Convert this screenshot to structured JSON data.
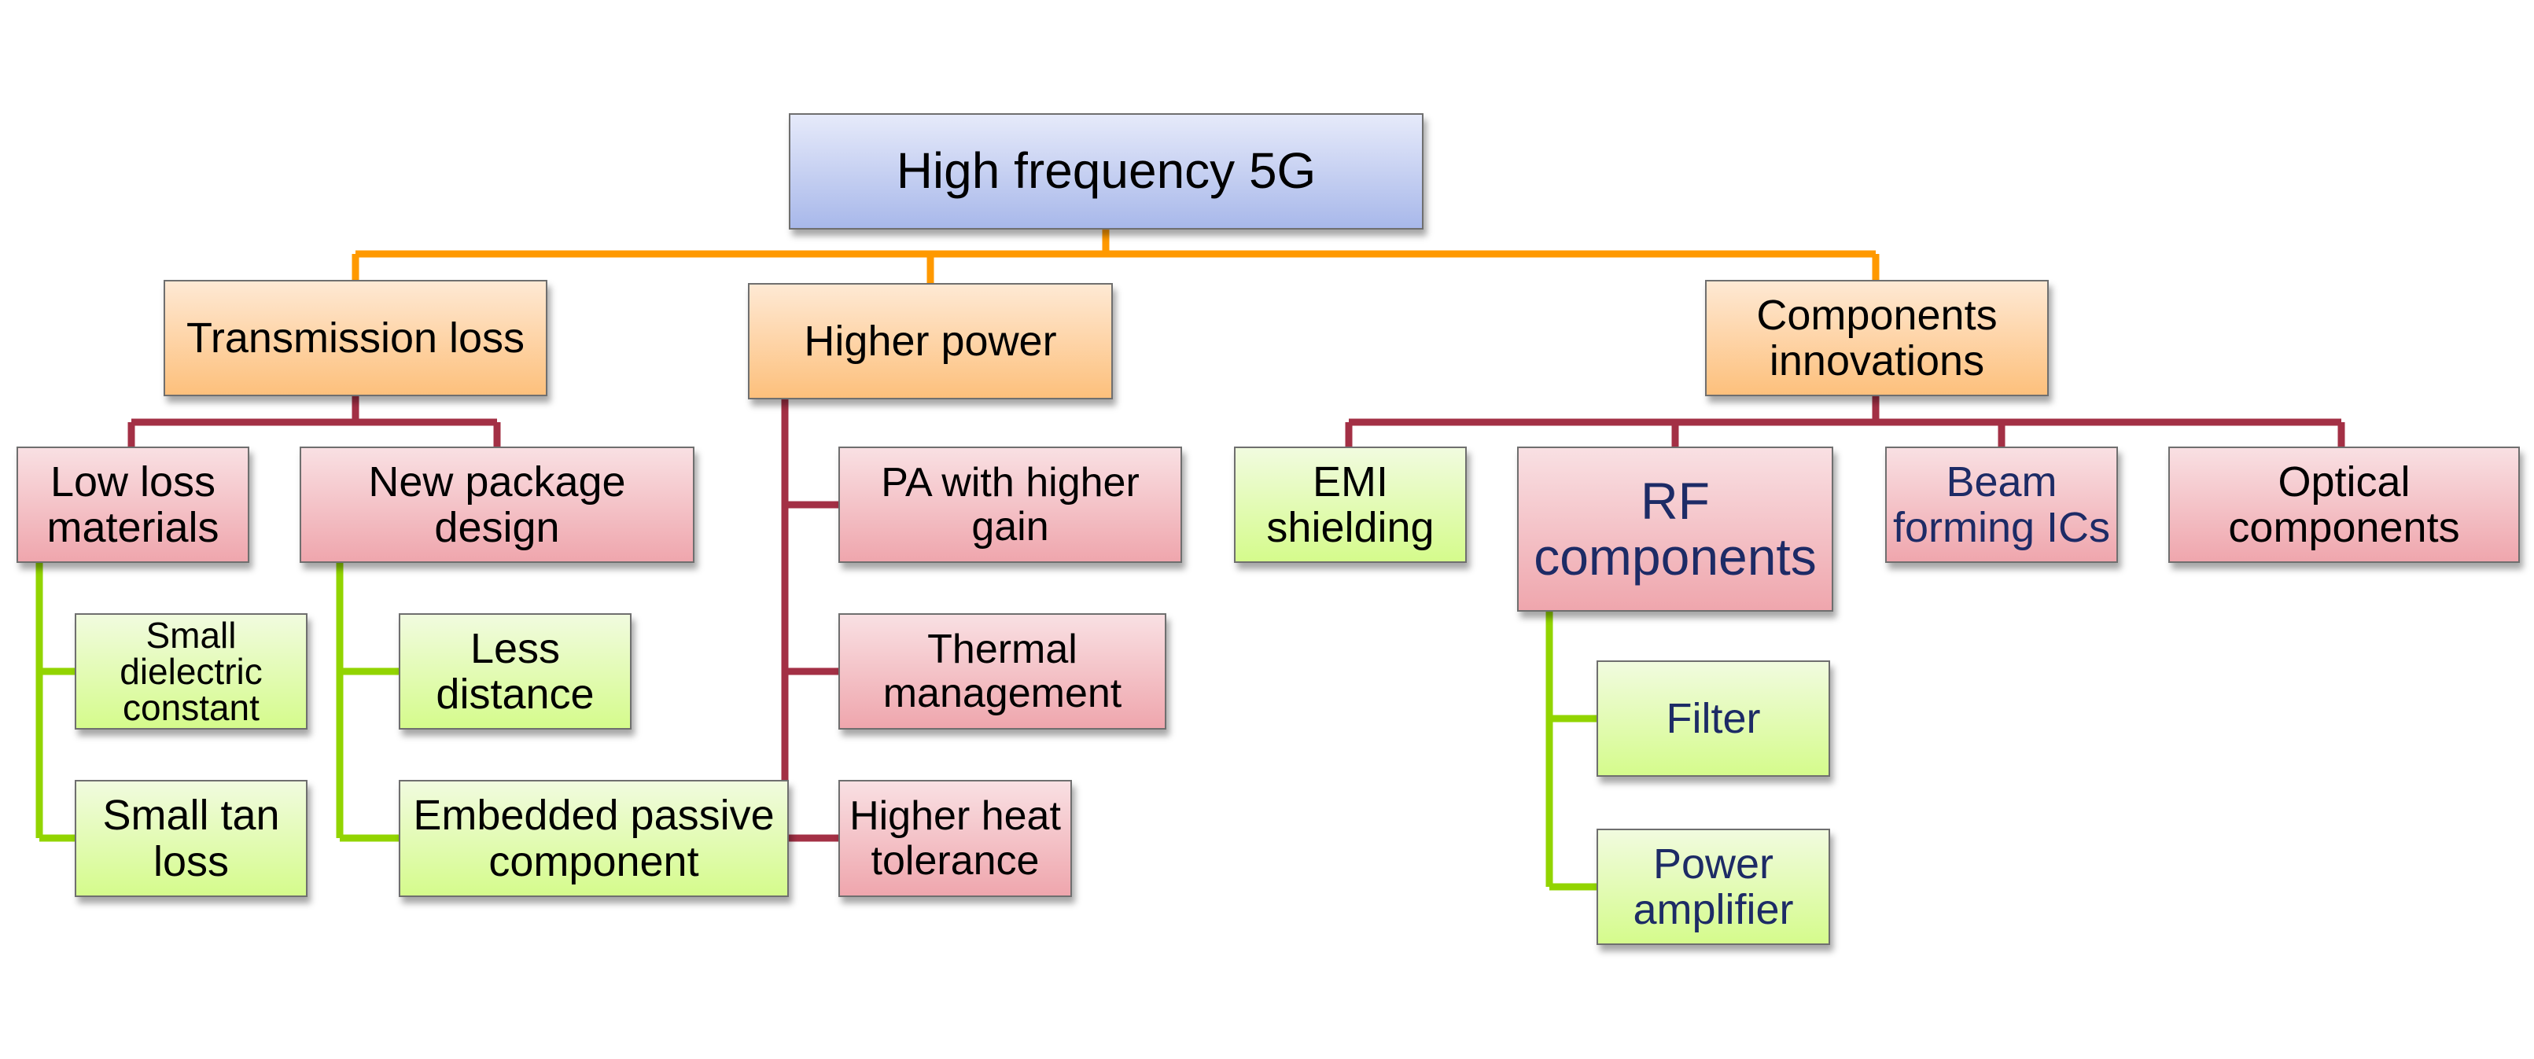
{
  "diagram": {
    "root": {
      "label": "High frequency 5G"
    },
    "level1": [
      {
        "label": "Transmission loss"
      },
      {
        "label": "Higher power"
      },
      {
        "label": "Components\ninnovations"
      }
    ],
    "transmission_loss": [
      {
        "label": "Low loss\nmaterials",
        "children": [
          {
            "label": "Small\ndielectric\nconstant"
          },
          {
            "label": "Small tan\nloss"
          }
        ]
      },
      {
        "label": "New package\ndesign",
        "children": [
          {
            "label": "Less\ndistance"
          },
          {
            "label": "Embedded passive\ncomponent"
          }
        ]
      }
    ],
    "higher_power": [
      {
        "label": "PA with higher\ngain"
      },
      {
        "label": "Thermal\nmanagement"
      },
      {
        "label": "Higher heat\ntolerance"
      }
    ],
    "components_innovations": [
      {
        "label": "EMI\nshielding"
      },
      {
        "label": "RF\ncomponents",
        "children": [
          {
            "label": "Filter"
          },
          {
            "label": "Power\namplifier"
          }
        ]
      },
      {
        "label": "Beam\nforming ICs"
      },
      {
        "label": "Optical\ncomponents"
      }
    ],
    "colors": {
      "root_connector": "#ff9900",
      "level2_connector": "#a33045",
      "level3_connector": "#92d400",
      "root_fill": "#b0bfec",
      "level1_fill": "#fdc27f",
      "pink_fill": "#f1aab1",
      "green_fill": "#d7fb8e",
      "navy_text": "#1d2b66"
    }
  }
}
